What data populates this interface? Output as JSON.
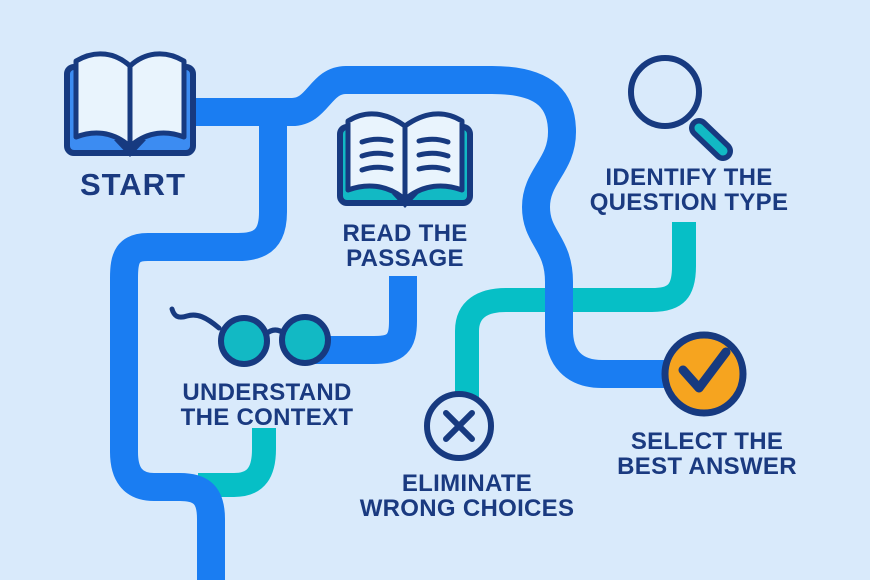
{
  "title": "Reading comprehension strategy flow infographic",
  "steps": [
    {
      "id": "start",
      "label": "START",
      "icon": "open-book-icon"
    },
    {
      "id": "read-the-passage",
      "line1": "READ THE",
      "line2": "PASSAGE",
      "icon": "open-book-text-icon"
    },
    {
      "id": "understand-the-context",
      "line1": "UNDERSTAND",
      "line2": "THE CONTEXT",
      "icon": "glasses-icon"
    },
    {
      "id": "eliminate-wrong-choices",
      "line1": "ELIMINATE",
      "line2": "WRONG CHOICES",
      "icon": "x-circle-icon"
    },
    {
      "id": "identify-the-question-type",
      "line1": "IDENTIFY THE",
      "line2": "QUESTION TYPE",
      "icon": "magnifying-glass-icon"
    },
    {
      "id": "select-the-best-answer",
      "line1": "SELECT THE",
      "line2": "BEST ANSWER",
      "icon": "check-circle-icon"
    }
  ],
  "colors": {
    "background": "#d9eafb",
    "path_blue": "#1a7df2",
    "path_teal": "#06bfc6",
    "navy_outline": "#173a80",
    "text_navy": "#1a3a80",
    "orange": "#f6a41f",
    "book_cover_blue": "#3c8cf2",
    "teal_fill": "#12b9c4",
    "page_fill": "#e9f4fd"
  }
}
